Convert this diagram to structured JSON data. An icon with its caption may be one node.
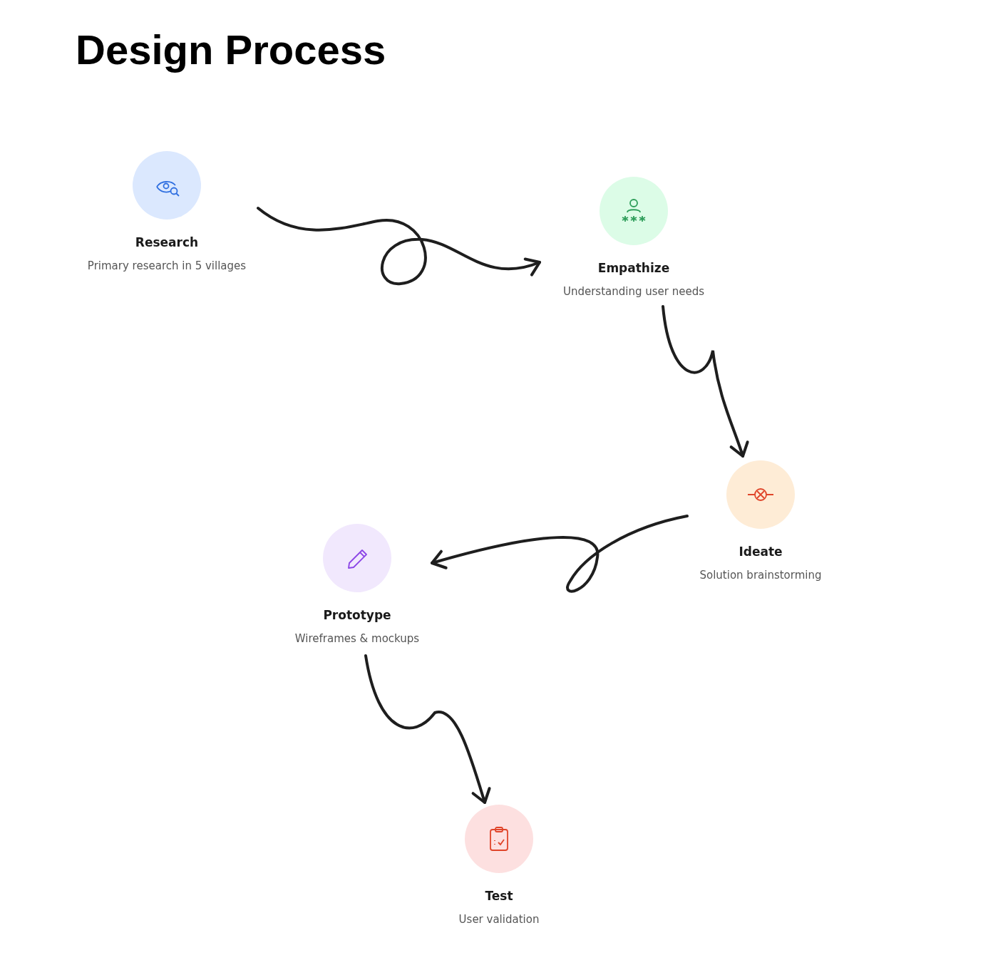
{
  "diagram": {
    "title": "Design Process",
    "nodes": [
      {
        "text": [
          "Research",
          "Primary research in 5 villages"
        ]
      },
      {
        "text": [
          "Empathize",
          "Understanding user needs"
        ]
      },
      {
        "text": [
          "Ideate",
          "Solution brainstorming"
        ]
      },
      {
        "text": [
          "Prototype",
          "Wireframes & mockups"
        ]
      },
      {
        "text": [
          "Test",
          "User validation"
        ]
      }
    ],
    "edges": [
      {
        "from": 0,
        "to": 1,
        "arrow": "to"
      },
      {
        "from": 1,
        "to": 2,
        "arrow": "to"
      },
      {
        "from": 2,
        "to": 3,
        "arrow": "to"
      },
      {
        "from": 3,
        "to": 4,
        "arrow": "to"
      }
    ]
  }
}
